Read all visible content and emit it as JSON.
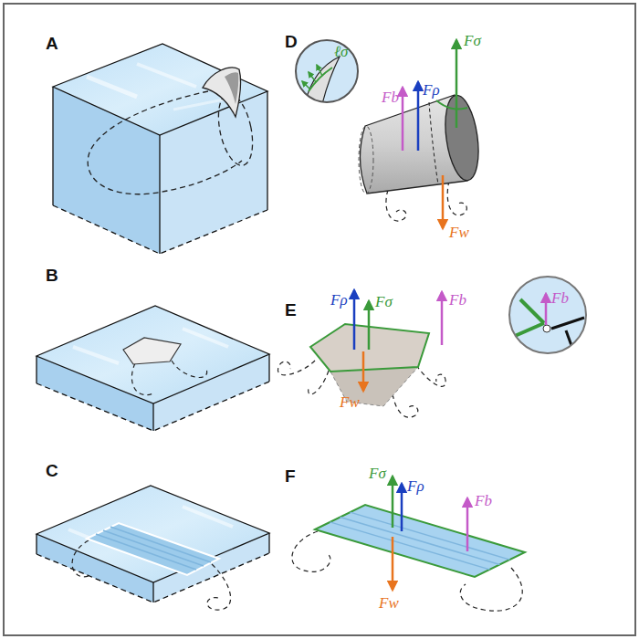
{
  "diagram": {
    "labels": [
      "A",
      "D",
      "ℓσ",
      "Fσ",
      "Fb",
      "Fρ",
      "Fw",
      "B",
      "E",
      "Fσ",
      "Fρ",
      "Fb",
      "Fb",
      "Fw",
      "C",
      "F",
      "Fσ",
      "Fρ",
      "Fb",
      "Fw"
    ]
  }
}
